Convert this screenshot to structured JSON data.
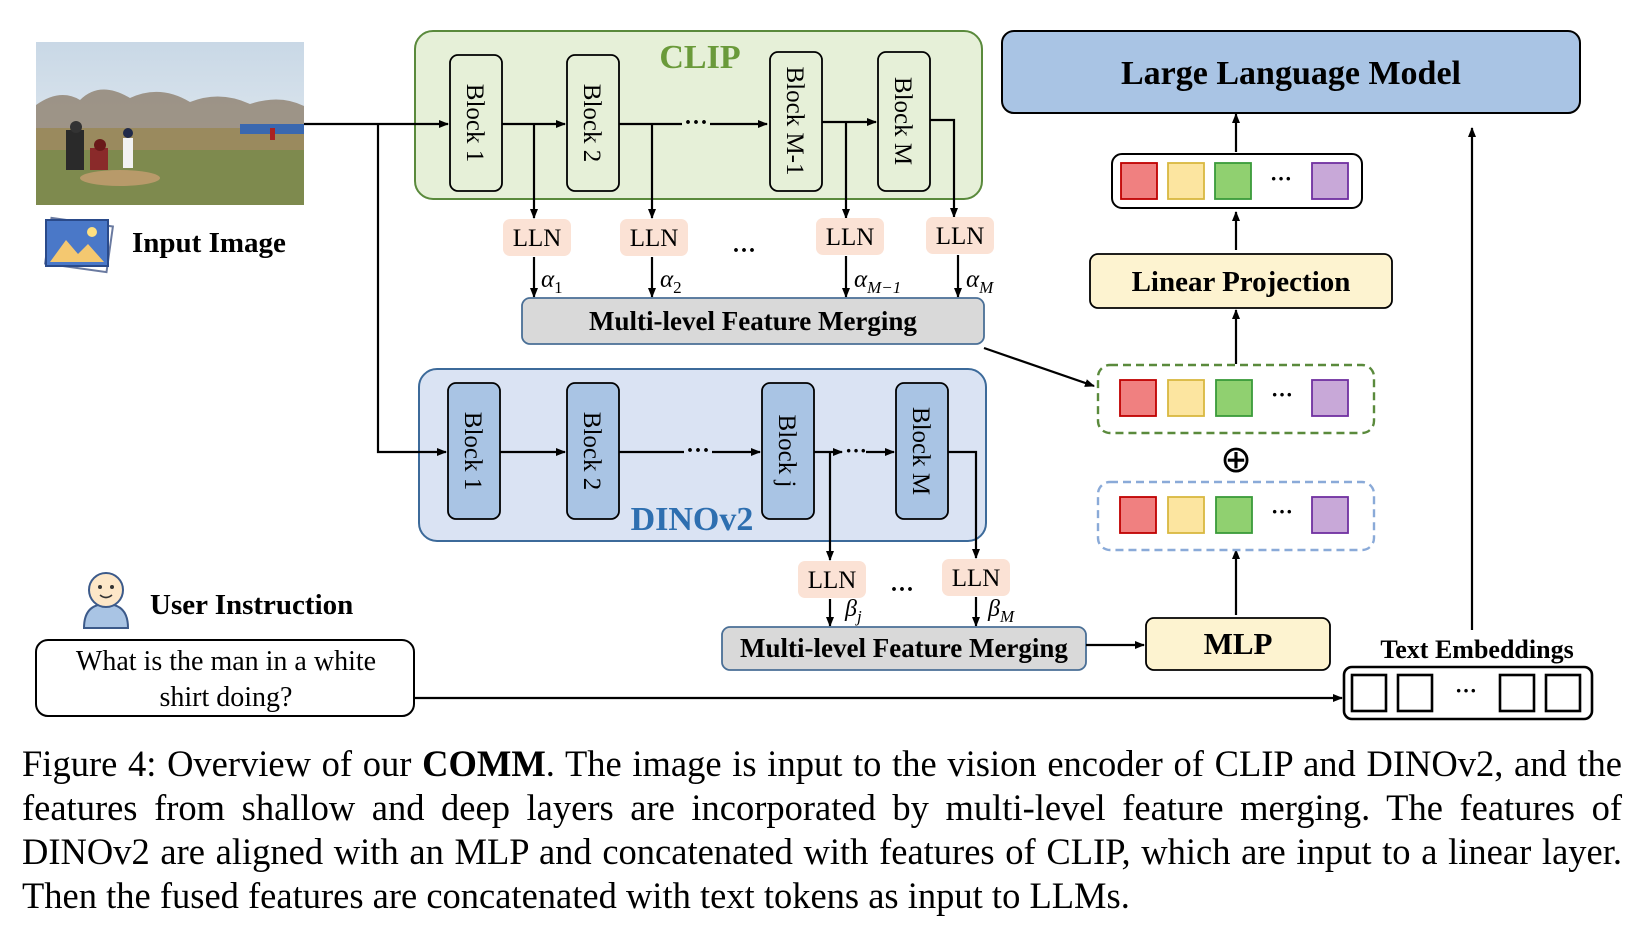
{
  "input": {
    "label": "Input Image"
  },
  "clip": {
    "title": "CLIP",
    "blocks": [
      "Block 1",
      "Block 2",
      "Block M-1",
      "Block M"
    ],
    "ellipsis": "···",
    "lln": [
      "LLN",
      "LLN",
      "LLN",
      "LLN"
    ],
    "lln_ellipsis": "···",
    "weights": [
      {
        "sym": "α",
        "sub": "1"
      },
      {
        "sym": "α",
        "sub": "2"
      },
      {
        "sym": "α",
        "sub": "M−1"
      },
      {
        "sym": "α",
        "sub": "M"
      }
    ],
    "merge": "Multi-level Feature Merging"
  },
  "dino": {
    "title": "DINOv2",
    "blocks": [
      "Block 1",
      "Block 2",
      "Block j",
      "Block M"
    ],
    "ellipsis": "···",
    "lln": [
      "LLN",
      "LLN"
    ],
    "lln_ellipsis": "···",
    "weights": [
      {
        "sym": "β",
        "sub": "j"
      },
      {
        "sym": "β",
        "sub": "M"
      }
    ],
    "merge": "Multi-level Feature Merging"
  },
  "llm": {
    "title": "Large Language Model"
  },
  "linear_projection": {
    "label": "Linear Projection"
  },
  "mlp": {
    "label": "MLP"
  },
  "plus_symbol": "⊕",
  "token_ellipsis": "···",
  "user": {
    "label": "User Instruction",
    "question_line1": "What is the man in a white",
    "question_line2": "shirt doing?"
  },
  "text_embeddings": {
    "label": "Text Embeddings"
  },
  "caption": {
    "prefix": "Figure 4: Overview of our ",
    "bold": "COMM",
    "rest": ". The image is input to the vision encoder of CLIP and DINOv2, and the features from shallow and deep layers are incorporated by multi-level feature merging. The features of DINOv2 are aligned with an MLP and concatenated with features of CLIP, which are input to a linear layer. Then the fused features are concatenated with text tokens as input to LLMs."
  },
  "colors": {
    "clip_fill": "#e6f0d8",
    "clip_stroke": "#5a8a3c",
    "clip_title": "#6a9a3a",
    "clip_block": "#e6f0d8",
    "dino_fill": "#dae3f3",
    "dino_stroke": "#3c6a9a",
    "dino_title": "#2e6fb0",
    "dino_block": "#a9c4e4",
    "lln_fill": "#fbe2d5",
    "merge_fill": "#d9d9d9",
    "merge_stroke": "#4a6f96",
    "llm_fill": "#a9c4e4",
    "linear_fill": "#fdf3d0",
    "mlp_fill": "#fdf3d0",
    "token_red": "#f08080",
    "token_yellow": "#fce5a0",
    "token_green": "#90d070",
    "token_purple": "#c8a8d8",
    "token_red_stroke": "#c00000",
    "token_yellow_stroke": "#d8b840",
    "token_green_stroke": "#3a9a3a",
    "token_purple_stroke": "#7030a0"
  }
}
